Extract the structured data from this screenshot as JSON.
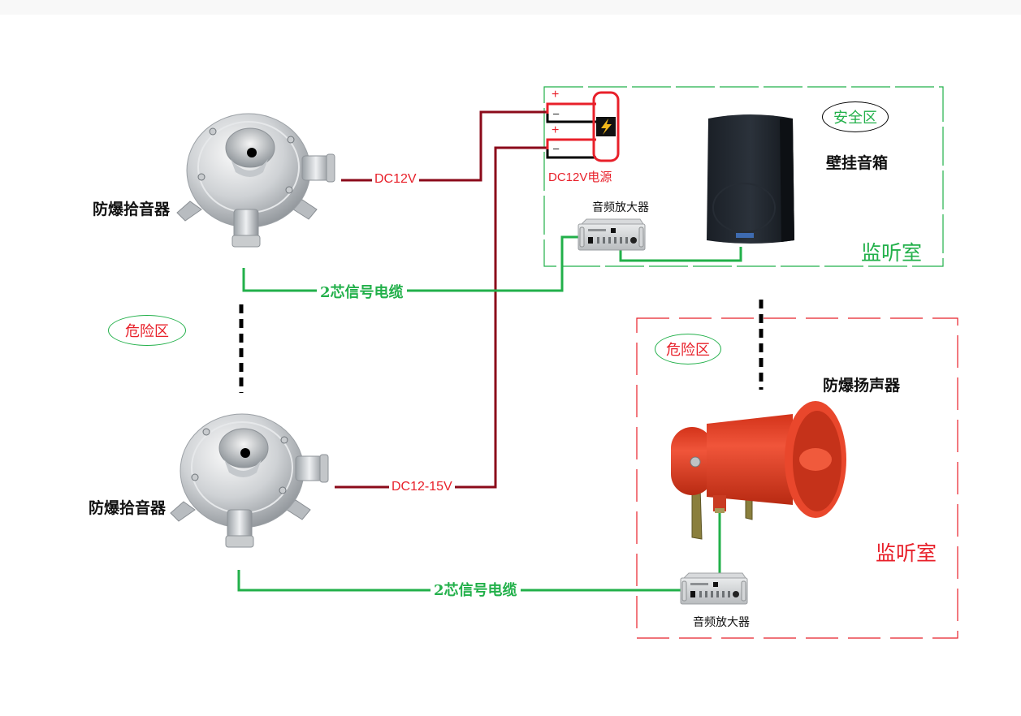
{
  "diagram": {
    "title": "",
    "left_section": {
      "zone_label": "危险区",
      "pickups": [
        {
          "name": "防爆拾音器",
          "power_label": "DC12V",
          "cable_label": "2芯信号电缆"
        },
        {
          "name": "防爆拾音器",
          "power_label": "DC12-15V",
          "cable_label": "2芯信号电缆"
        }
      ]
    },
    "safe_room": {
      "zone_label": "安全区",
      "room_label": "监听室",
      "power_supply": {
        "label": "DC12V电源",
        "plus": "+",
        "minus": "–"
      },
      "amplifier_label": "音频放大器",
      "speaker_label": "壁挂音箱"
    },
    "hazard_room": {
      "zone_label": "危险区",
      "room_label": "监听室",
      "speaker_label": "防爆扬声器",
      "amplifier_label": "音频放大器"
    },
    "colors": {
      "power_wire": "#8b0a1a",
      "signal_wire": "#22b04a",
      "safe_border": "#22b04a",
      "hazard_border": "#e8202a",
      "zone_text_red": "#e8202a",
      "zone_text_green": "#22b04a"
    }
  }
}
